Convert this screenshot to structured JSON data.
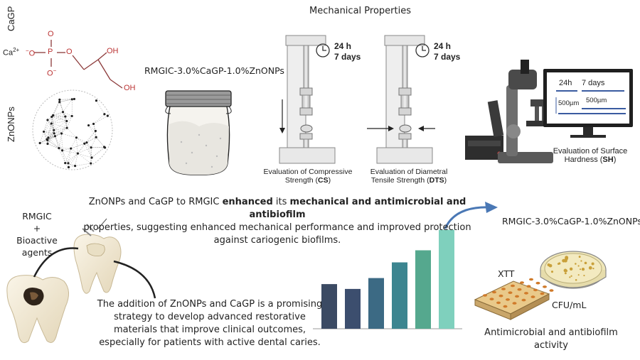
{
  "title": "Mechanical Properties",
  "left": {
    "cagp_label": "CaGP",
    "znonps_label": "ZnONPs",
    "ca_ion": "Ca",
    "ca_charge": "2+",
    "o_minus": "O",
    "p": "P",
    "o": "O",
    "oh1": "OH",
    "oh2": "OH"
  },
  "jar_label": "RMGIC-3.0%CaGP-1.0%ZnONPs",
  "tests": {
    "time1": "24 h",
    "time2": "7 days",
    "cs_line1": "Evaluation of Compressive",
    "cs_line2a": "Strength (",
    "cs_abbr": "CS",
    "cs_line2b": ")",
    "dts_line1": "Evaluation of Diametral",
    "dts_line2a": "Tensile Strength (",
    "dts_abbr": "DTS",
    "dts_line2b": ")"
  },
  "hardness": {
    "screen_24h": "24h",
    "screen_7d": "7 days",
    "scale1": "500µm",
    "scale2": "500µm",
    "line1": "Evaluation of Surface",
    "line2a": "Hardness (",
    "abbr": "SH",
    "line2b": ")"
  },
  "summary": {
    "part1": "ZnONPs and CaGP to RMGIC ",
    "bold1": "enhanced",
    "part2": " its ",
    "bold2": "mechanical and antimicrobial and antibiofilm",
    "line2": "properties, suggesting enhanced mechanical performance and improved protection",
    "line3": "against cariogenic biofilms."
  },
  "rmgic": {
    "line1": "RMGIC",
    "plus": "+",
    "line2": "Bioactive agents"
  },
  "conclusion": {
    "line1": "The addition of ZnONPs and CaGP is a promising",
    "line2": "strategy to develop advanced restorative",
    "line3": "materials that improve clinical outcomes,",
    "line4": "especially for patients with active dental caries."
  },
  "micro": {
    "material": "RMGIC-3.0%CaGP-1.0%ZnONPs",
    "xtt": "XTT",
    "cfu": "CFU/mL",
    "activity1": "Antimicrobial and antibiofilm",
    "activity2": "activity"
  },
  "colors": {
    "bars": [
      "#3b4a63",
      "#3c4e6e",
      "#3c6a84",
      "#3c8590",
      "#55a88e",
      "#7fd0bd"
    ]
  },
  "bars_relative": [
    0.37,
    0.33,
    0.42,
    0.55,
    0.65,
    0.82
  ]
}
